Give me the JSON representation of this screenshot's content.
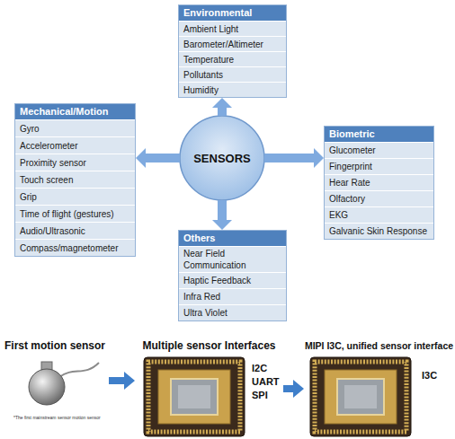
{
  "diagram": {
    "nodes": [
      {
        "text": [
          "Environmental",
          "Ambient Light",
          "Barometer/Altimeter",
          "Temperature",
          "Pollutants",
          "Humidity"
        ]
      },
      {
        "text": [
          "Mechanical/Motion",
          "Gyro",
          "Accelerometer",
          "Proximity sensor",
          "Touch screen",
          "Grip",
          "Time of flight (gestures)",
          "Audio/Ultrasonic",
          "Compass/magnetometer"
        ]
      },
      {
        "text": [
          "SENSORS"
        ]
      },
      {
        "text": [
          "Biometric",
          "Glucometer",
          "Fingerprint",
          "Hear Rate",
          "Olfactory",
          "EKG",
          "Galvanic Skin Response"
        ]
      },
      {
        "text": [
          "Others",
          "Near Field Communication",
          "Haptic Feedback",
          "Infra Red",
          "Ultra Violet"
        ]
      },
      {
        "text": [
          "First motion sensor",
          "*The first mainstream sensor motion sensor"
        ]
      },
      {
        "text": [
          "Multiple sensor Interfaces",
          "I2C",
          "UART",
          "SPI"
        ]
      },
      {
        "text": [
          "MIPI I3C, unified sensor interface",
          "I3C"
        ]
      }
    ],
    "edges": [
      {
        "from": 2,
        "to": 0,
        "arrow": "to"
      },
      {
        "from": 2,
        "to": 1,
        "arrow": "to"
      },
      {
        "from": 2,
        "to": 3,
        "arrow": "to"
      },
      {
        "from": 2,
        "to": 4,
        "arrow": "to"
      },
      {
        "from": 5,
        "to": 6,
        "arrow": "to"
      },
      {
        "from": 6,
        "to": 7,
        "arrow": "to"
      }
    ]
  }
}
